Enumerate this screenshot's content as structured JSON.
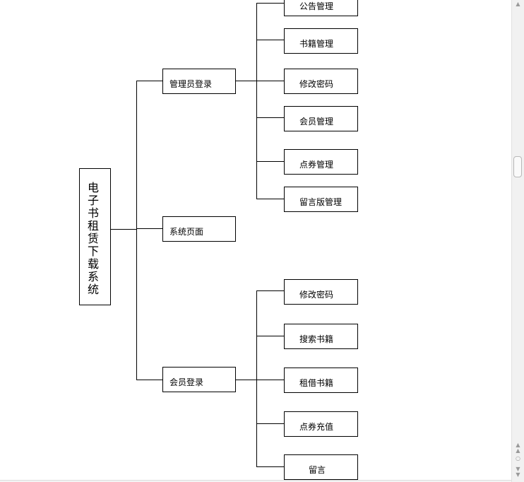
{
  "diagram": {
    "root": {
      "label": "电子书租赁下载系统"
    },
    "branches": [
      {
        "label": "管理员登录",
        "children": [
          "公告管理",
          "书籍管理",
          "修改密码",
          "会员管理",
          "点券管理",
          "留言版管理"
        ]
      },
      {
        "label": "系统页面",
        "children": []
      },
      {
        "label": "会员登录",
        "children": [
          "修改密码",
          "搜索书籍",
          "租借书籍",
          "点券充值",
          "留言"
        ]
      }
    ]
  },
  "scrollbar": {
    "up_icon": "chevron-up-double-icon",
    "down_icon": "chevron-down-double-icon",
    "select_browse_icon": "circle-icon"
  }
}
